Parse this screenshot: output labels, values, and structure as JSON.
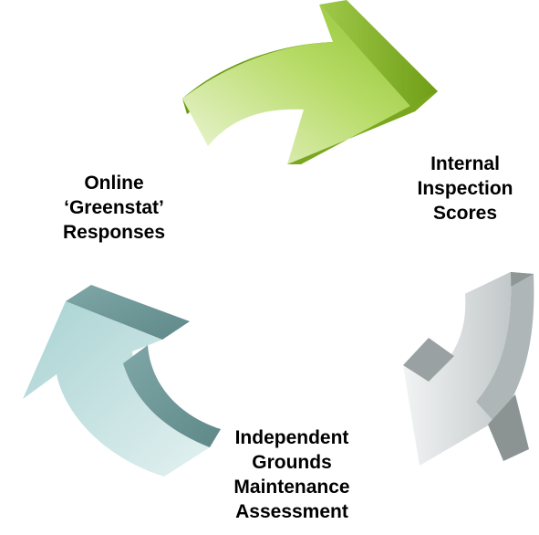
{
  "nodes": [
    {
      "id": "online",
      "lines": [
        "Online",
        "‘Greenstat’",
        "Responses"
      ]
    },
    {
      "id": "internal",
      "lines": [
        "Internal",
        "Inspection",
        "Scores"
      ]
    },
    {
      "id": "independent",
      "lines": [
        "Independent",
        "Grounds",
        "Maintenance",
        "Assessment"
      ]
    }
  ],
  "arrows": [
    {
      "from": "online",
      "to": "internal",
      "color": "#9acd32"
    },
    {
      "from": "internal",
      "to": "independent",
      "color": "#c8cfd0"
    },
    {
      "from": "independent",
      "to": "online",
      "color": "#8fbfbf"
    }
  ]
}
